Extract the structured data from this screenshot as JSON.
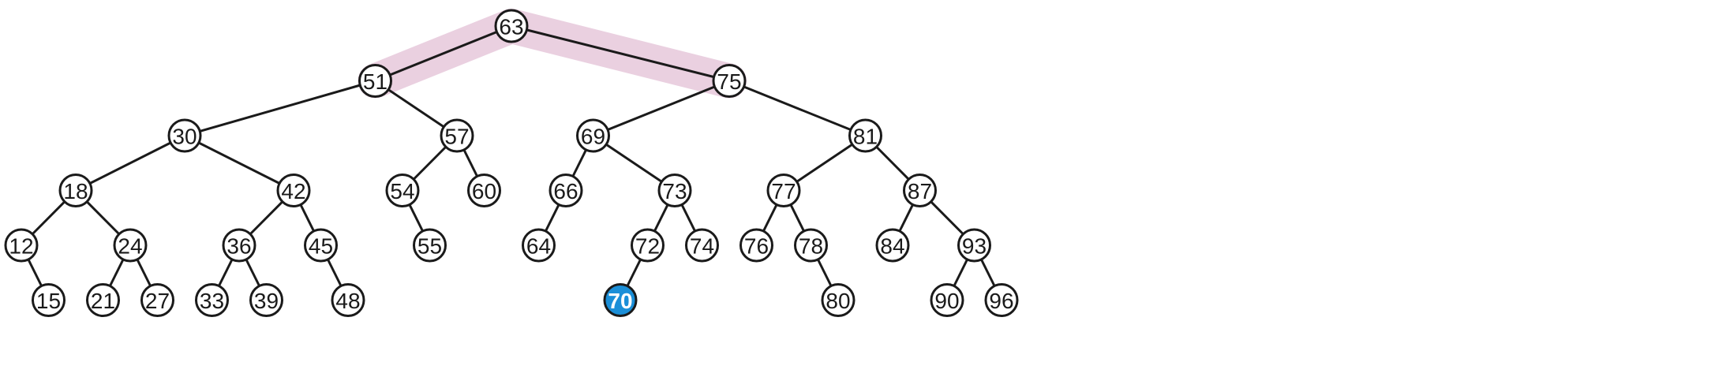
{
  "tree": {
    "root": "63",
    "highlighted_path": [
      "51",
      "63",
      "75"
    ],
    "highlighted_node": "70",
    "colors": {
      "path_highlight": "#ead0e0",
      "node_highlight_fill": "#1b8fd8",
      "node_fill": "#ffffff",
      "stroke": "#1a1a1a"
    },
    "nodes": [
      {
        "label": "63",
        "children": [
          "51",
          "75"
        ]
      },
      {
        "label": "51",
        "children": [
          "30",
          "57"
        ]
      },
      {
        "label": "75",
        "children": [
          "69",
          "81"
        ]
      },
      {
        "label": "30",
        "children": [
          "18",
          "42"
        ]
      },
      {
        "label": "57",
        "children": [
          "54",
          "60"
        ]
      },
      {
        "label": "69",
        "children": [
          "66",
          "73"
        ]
      },
      {
        "label": "81",
        "children": [
          "77",
          "87"
        ]
      },
      {
        "label": "18",
        "children": [
          "12",
          "24"
        ]
      },
      {
        "label": "42",
        "children": [
          "36",
          "45"
        ]
      },
      {
        "label": "54",
        "children": [
          "55"
        ]
      },
      {
        "label": "60",
        "children": []
      },
      {
        "label": "66",
        "children": [
          "64"
        ]
      },
      {
        "label": "73",
        "children": [
          "72",
          "74"
        ]
      },
      {
        "label": "77",
        "children": [
          "76",
          "78"
        ]
      },
      {
        "label": "87",
        "children": [
          "84",
          "93"
        ]
      },
      {
        "label": "12",
        "children": [
          "15"
        ]
      },
      {
        "label": "24",
        "children": [
          "21",
          "27"
        ]
      },
      {
        "label": "36",
        "children": [
          "33",
          "39"
        ]
      },
      {
        "label": "45",
        "children": [
          "48"
        ]
      },
      {
        "label": "55",
        "children": []
      },
      {
        "label": "64",
        "children": []
      },
      {
        "label": "72",
        "children": [
          "70"
        ]
      },
      {
        "label": "74",
        "children": []
      },
      {
        "label": "76",
        "children": []
      },
      {
        "label": "78",
        "children": [
          "80"
        ]
      },
      {
        "label": "84",
        "children": []
      },
      {
        "label": "93",
        "children": [
          "90",
          "96"
        ]
      },
      {
        "label": "15",
        "children": []
      },
      {
        "label": "21",
        "children": []
      },
      {
        "label": "27",
        "children": []
      },
      {
        "label": "33",
        "children": []
      },
      {
        "label": "39",
        "children": []
      },
      {
        "label": "48",
        "children": []
      },
      {
        "label": "70",
        "children": []
      },
      {
        "label": "80",
        "children": []
      },
      {
        "label": "90",
        "children": []
      },
      {
        "label": "96",
        "children": []
      }
    ]
  }
}
